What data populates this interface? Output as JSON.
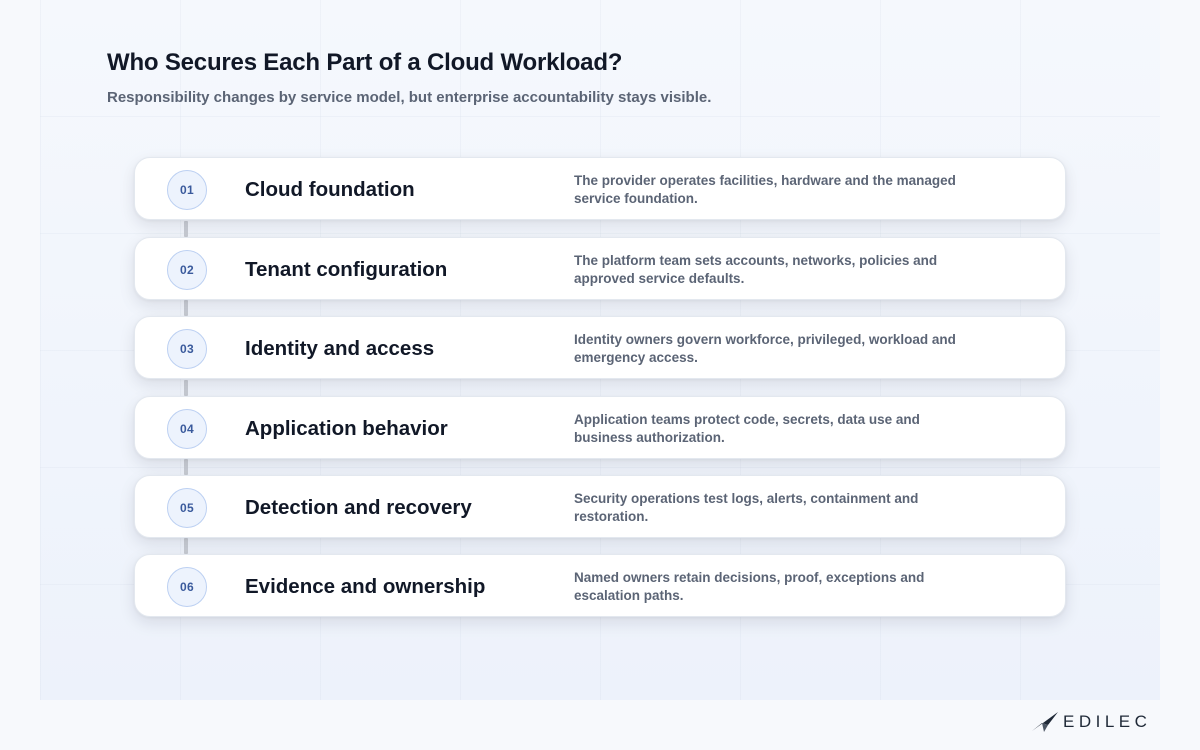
{
  "header": {
    "title": "Who Secures Each Part of a Cloud Workload?",
    "subtitle": "Responsibility changes by service model, but enterprise accountability stays visible."
  },
  "layers": [
    {
      "number": "01",
      "title": "Cloud foundation",
      "description": "The provider operates facilities, hardware and the managed service foundation."
    },
    {
      "number": "02",
      "title": "Tenant configuration",
      "description": "The platform team sets accounts, networks, policies and approved service defaults."
    },
    {
      "number": "03",
      "title": "Identity and access",
      "description": "Identity owners govern workforce, privileged, workload and emergency access."
    },
    {
      "number": "04",
      "title": "Application behavior",
      "description": "Application teams protect code, secrets, data use and business authorization."
    },
    {
      "number": "05",
      "title": "Detection and recovery",
      "description": "Security operations test logs, alerts, containment and restoration."
    },
    {
      "number": "06",
      "title": "Evidence and ownership",
      "description": "Named owners retain decisions, proof, exceptions and escalation paths."
    }
  ],
  "brand": {
    "logo_text": "EDILEC",
    "logo_icon": "paper-plane-icon"
  },
  "colors": {
    "badge_fill": "#edf3fd",
    "badge_border": "#bcd0f2",
    "badge_text": "#3a5a9c",
    "connector": "#c8ccd4"
  }
}
